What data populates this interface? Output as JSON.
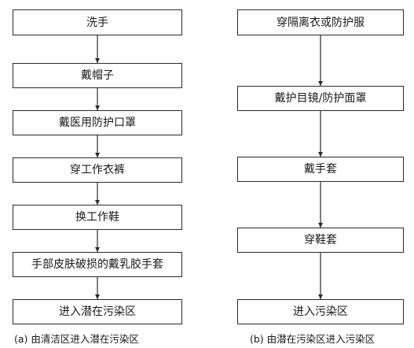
{
  "panel_a": {
    "steps": [
      "洗手",
      "戴帽子",
      "戴医用防护口罩",
      "穿工作衣裤",
      "换工作鞋",
      "手部皮肤破损的戴乳胶手套",
      "进入潜在污染区"
    ],
    "caption": "(a) 由清洁区进入潜在污染区"
  },
  "panel_b": {
    "steps": [
      "穿隔离衣或防护服",
      "戴护目镜/防护面罩",
      "戴手套",
      "穿鞋套",
      "进入污染区"
    ],
    "caption": "(b) 由潜在污染区进入污染区"
  },
  "colors": {
    "stroke": "#2a2a2a",
    "text": "#1a1a1a",
    "background": "#ffffff"
  }
}
